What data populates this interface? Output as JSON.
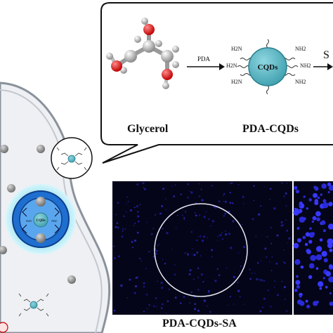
{
  "scheme": {
    "reactant_label": "Glycerol",
    "product_label": "PDA-CQDs",
    "arrow1_label": "PDA",
    "arrow2_label_partial": "S",
    "core_label": "CQDs",
    "amine_label": "NH2",
    "amine_label_left": "H2N",
    "cell_core_label": "CQDs",
    "cell_amine_left": "H2N",
    "cell_amine_right": "NH2"
  },
  "micrograph": {
    "caption": "PDA-CQDs-SA"
  },
  "colors": {
    "cqd_fill": "#5fb8c6",
    "vesicle_blue": "#1f6fd0",
    "vesicle_glow": "#9fe3f2",
    "panel_bg": "#05051a",
    "dot_blue": "#2a2ad8",
    "cell_fill": "#eef0f3",
    "oxygen_red": "#e02020"
  }
}
